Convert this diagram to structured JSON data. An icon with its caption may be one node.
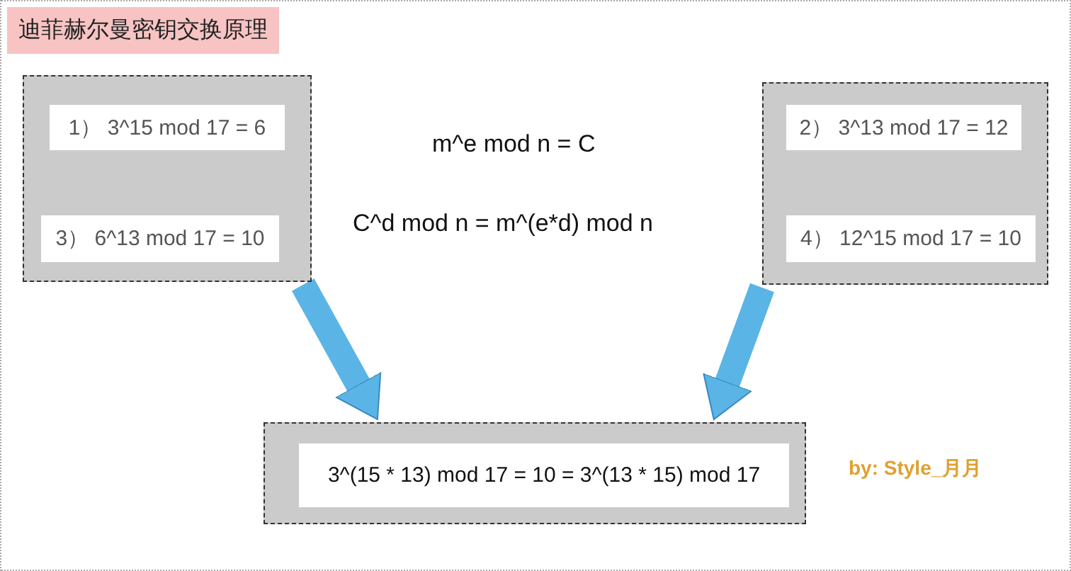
{
  "diagram": {
    "title": "迪菲赫尔曼密钥交换原理",
    "nodes": [
      {
        "text": [],
        "shape": "box"
      },
      {
        "text": [
          "1） 3^15 mod 17 = 6"
        ],
        "in": 0
      },
      {
        "text": [
          "3） 6^13 mod 17 = 10"
        ],
        "in": 0
      },
      {
        "text": [],
        "shape": "box"
      },
      {
        "text": [
          "2） 3^13 mod 17 = 12"
        ],
        "in": 3
      },
      {
        "text": [
          "4） 12^15 mod 17 = 10"
        ],
        "in": 3
      },
      {
        "text": [],
        "shape": "box"
      },
      {
        "text": [
          "3^(15 * 13) mod 17 = 10 = 3^(13 * 15) mod 17"
        ],
        "in": 6
      }
    ],
    "edges": [
      {
        "from": 0,
        "to": 6,
        "arrow": "to"
      },
      {
        "from": 3,
        "to": 6,
        "arrow": "to"
      }
    ],
    "labels": [
      "m^e mod n = C",
      "C^d mod n = m^(e*d) mod n",
      "by: Style_月月"
    ]
  }
}
